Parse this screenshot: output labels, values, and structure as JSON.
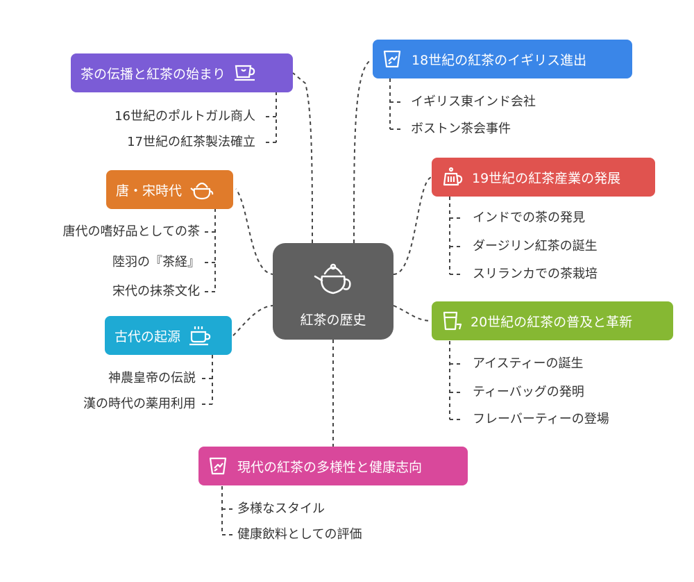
{
  "center": {
    "label": "紅茶の歴史",
    "icon": "teapot-icon",
    "color": "#606060"
  },
  "branches": {
    "b1": {
      "label": "茶の伝播と紅茶の始まり",
      "icon": "tea-cup-icon",
      "color": "#7b5cd6",
      "items": [
        "16世紀のポルトガル商人",
        "17世紀の紅茶製法確立"
      ]
    },
    "b2": {
      "label": "唐・宋時代",
      "icon": "teapot-icon",
      "color": "#e07b2b",
      "items": [
        "唐代の嗜好品としての茶",
        "陸羽の『茶経』",
        "宋代の抹茶文化"
      ]
    },
    "b3": {
      "label": "古代の起源",
      "icon": "cup-icon",
      "color": "#1eaad4",
      "items": [
        "神農皇帝の伝説",
        "漢の時代の薬用利用"
      ]
    },
    "b4": {
      "label": "現代の紅茶の多様性と健康志向",
      "icon": "tea-leaf-cup-icon",
      "color": "#d9489b",
      "items": [
        "多様なスタイル",
        "健康飲料としての評価"
      ]
    },
    "b5": {
      "label": "18世紀の紅茶のイギリス進出",
      "icon": "tea-leaf-cup-icon",
      "color": "#3a86e8",
      "items": [
        "イギリス東インド会社",
        "ボストン茶会事件"
      ]
    },
    "b6": {
      "label": "19世紀の紅茶産業の発展",
      "icon": "kettle-icon",
      "color": "#e0534f",
      "items": [
        "インドでの茶の発見",
        "ダージリン紅茶の誕生",
        "スリランカでの茶栽培"
      ]
    },
    "b7": {
      "label": "20世紀の紅茶の普及と革新",
      "icon": "glass-icon",
      "color": "#86b833",
      "items": [
        "アイスティーの誕生",
        "ティーバッグの発明",
        "フレーバーティーの登場"
      ]
    }
  }
}
